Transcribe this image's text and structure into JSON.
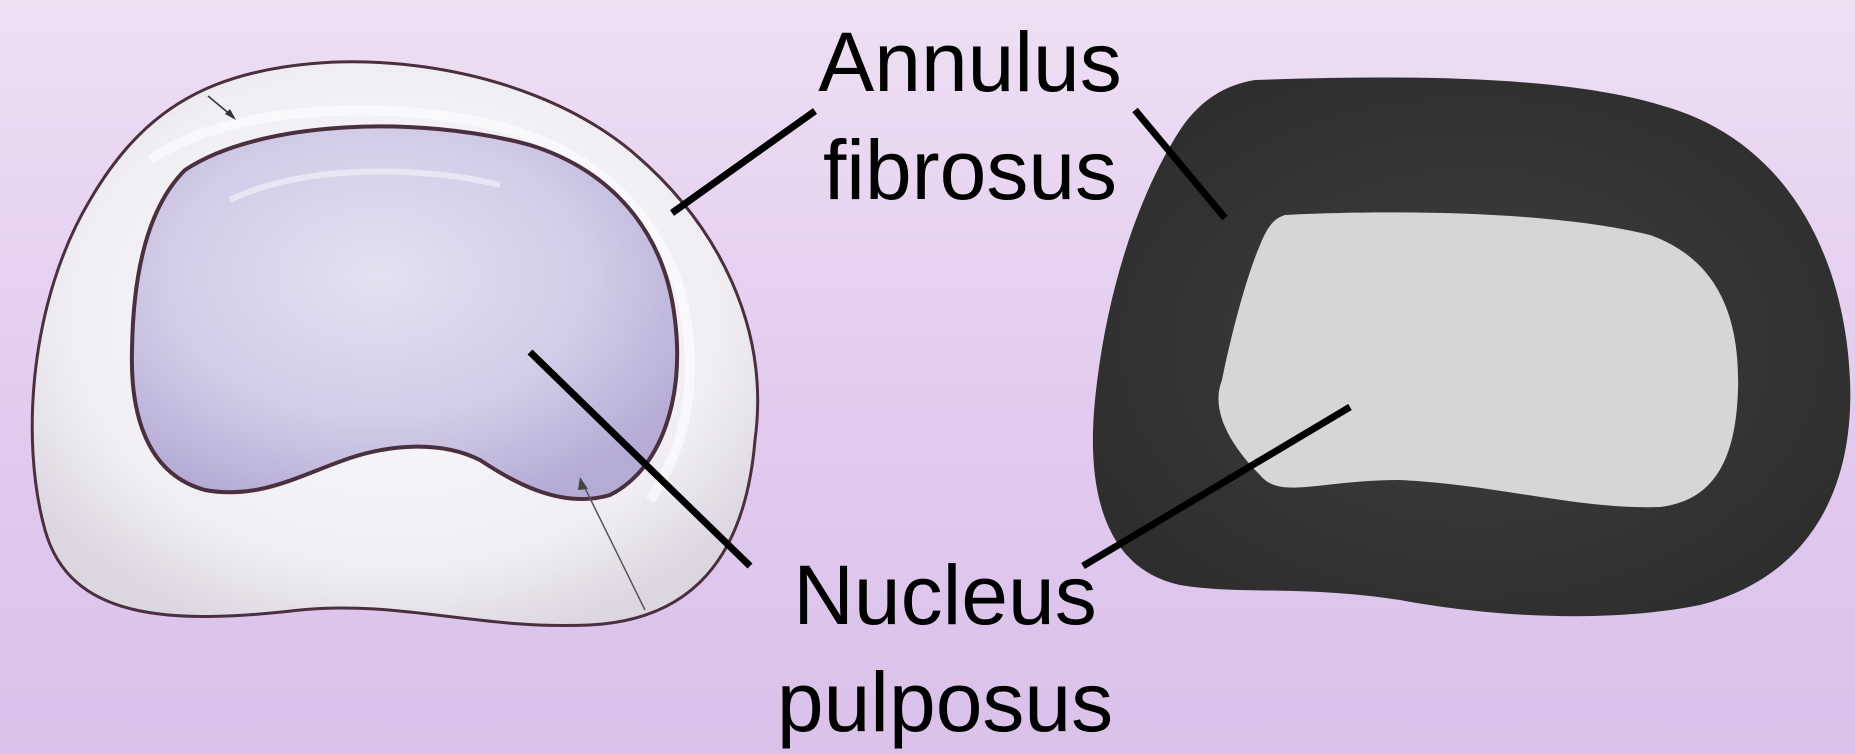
{
  "labels": {
    "annulus_line1": "Annulus",
    "annulus_line2": "fibrosus",
    "nucleus_line1": "Nucleus",
    "nucleus_line2": "pulposus"
  },
  "colors": {
    "background_top": "#eedff3",
    "background_bottom": "#d9c1e9",
    "illustration_annulus": "#f1eff4",
    "illustration_nucleus": "#cdc6e4",
    "illustration_outline": "#4a2f3e",
    "mri_annulus": "#3b3b3b",
    "mri_nucleus": "#d6d6d6",
    "leader_line": "#000000"
  }
}
